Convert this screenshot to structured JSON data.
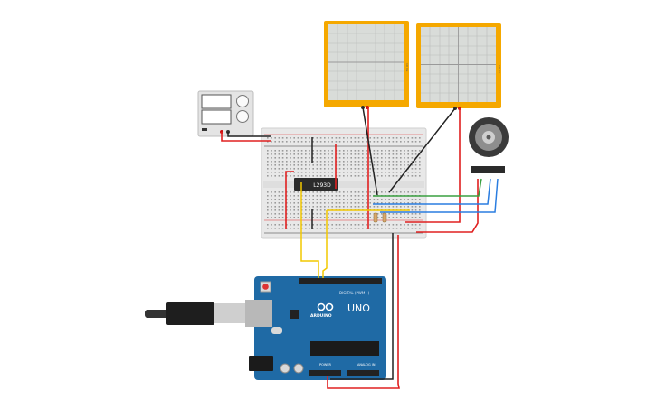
{
  "canvas": {
    "background": "#ffffff"
  },
  "colors": {
    "wire_red": "#e02020",
    "wire_black": "#222222",
    "wire_yellow": "#f2c800",
    "wire_green": "#3aa040",
    "wire_blue": "#2a7de0",
    "oscilloscope_frame": "#f5a800",
    "oscilloscope_screen": "#d9dcd9",
    "breadboard": "#e8e8e8",
    "arduino_board": "#1f6aa5",
    "power_supply_body": "#e4e4e4"
  },
  "components": {
    "oscilloscope_1": {
      "icon": "oscilloscope-icon"
    },
    "oscilloscope_2": {
      "icon": "oscilloscope-icon"
    },
    "power_supply": {
      "icon": "power-supply-icon"
    },
    "breadboard": {
      "icon": "breadboard-icon"
    },
    "ic_chip": {
      "label": "L293D"
    },
    "dc_motor_encoder": {
      "icon": "motor-encoder-icon"
    },
    "arduino": {
      "brand_label": "ARDUINO",
      "model_label": "UNO",
      "digital_label": "DIGITAL (PWM~)",
      "power_label": "POWER",
      "analog_label": "ANALOG IN",
      "usb_icon": "usb-cable-icon"
    }
  }
}
